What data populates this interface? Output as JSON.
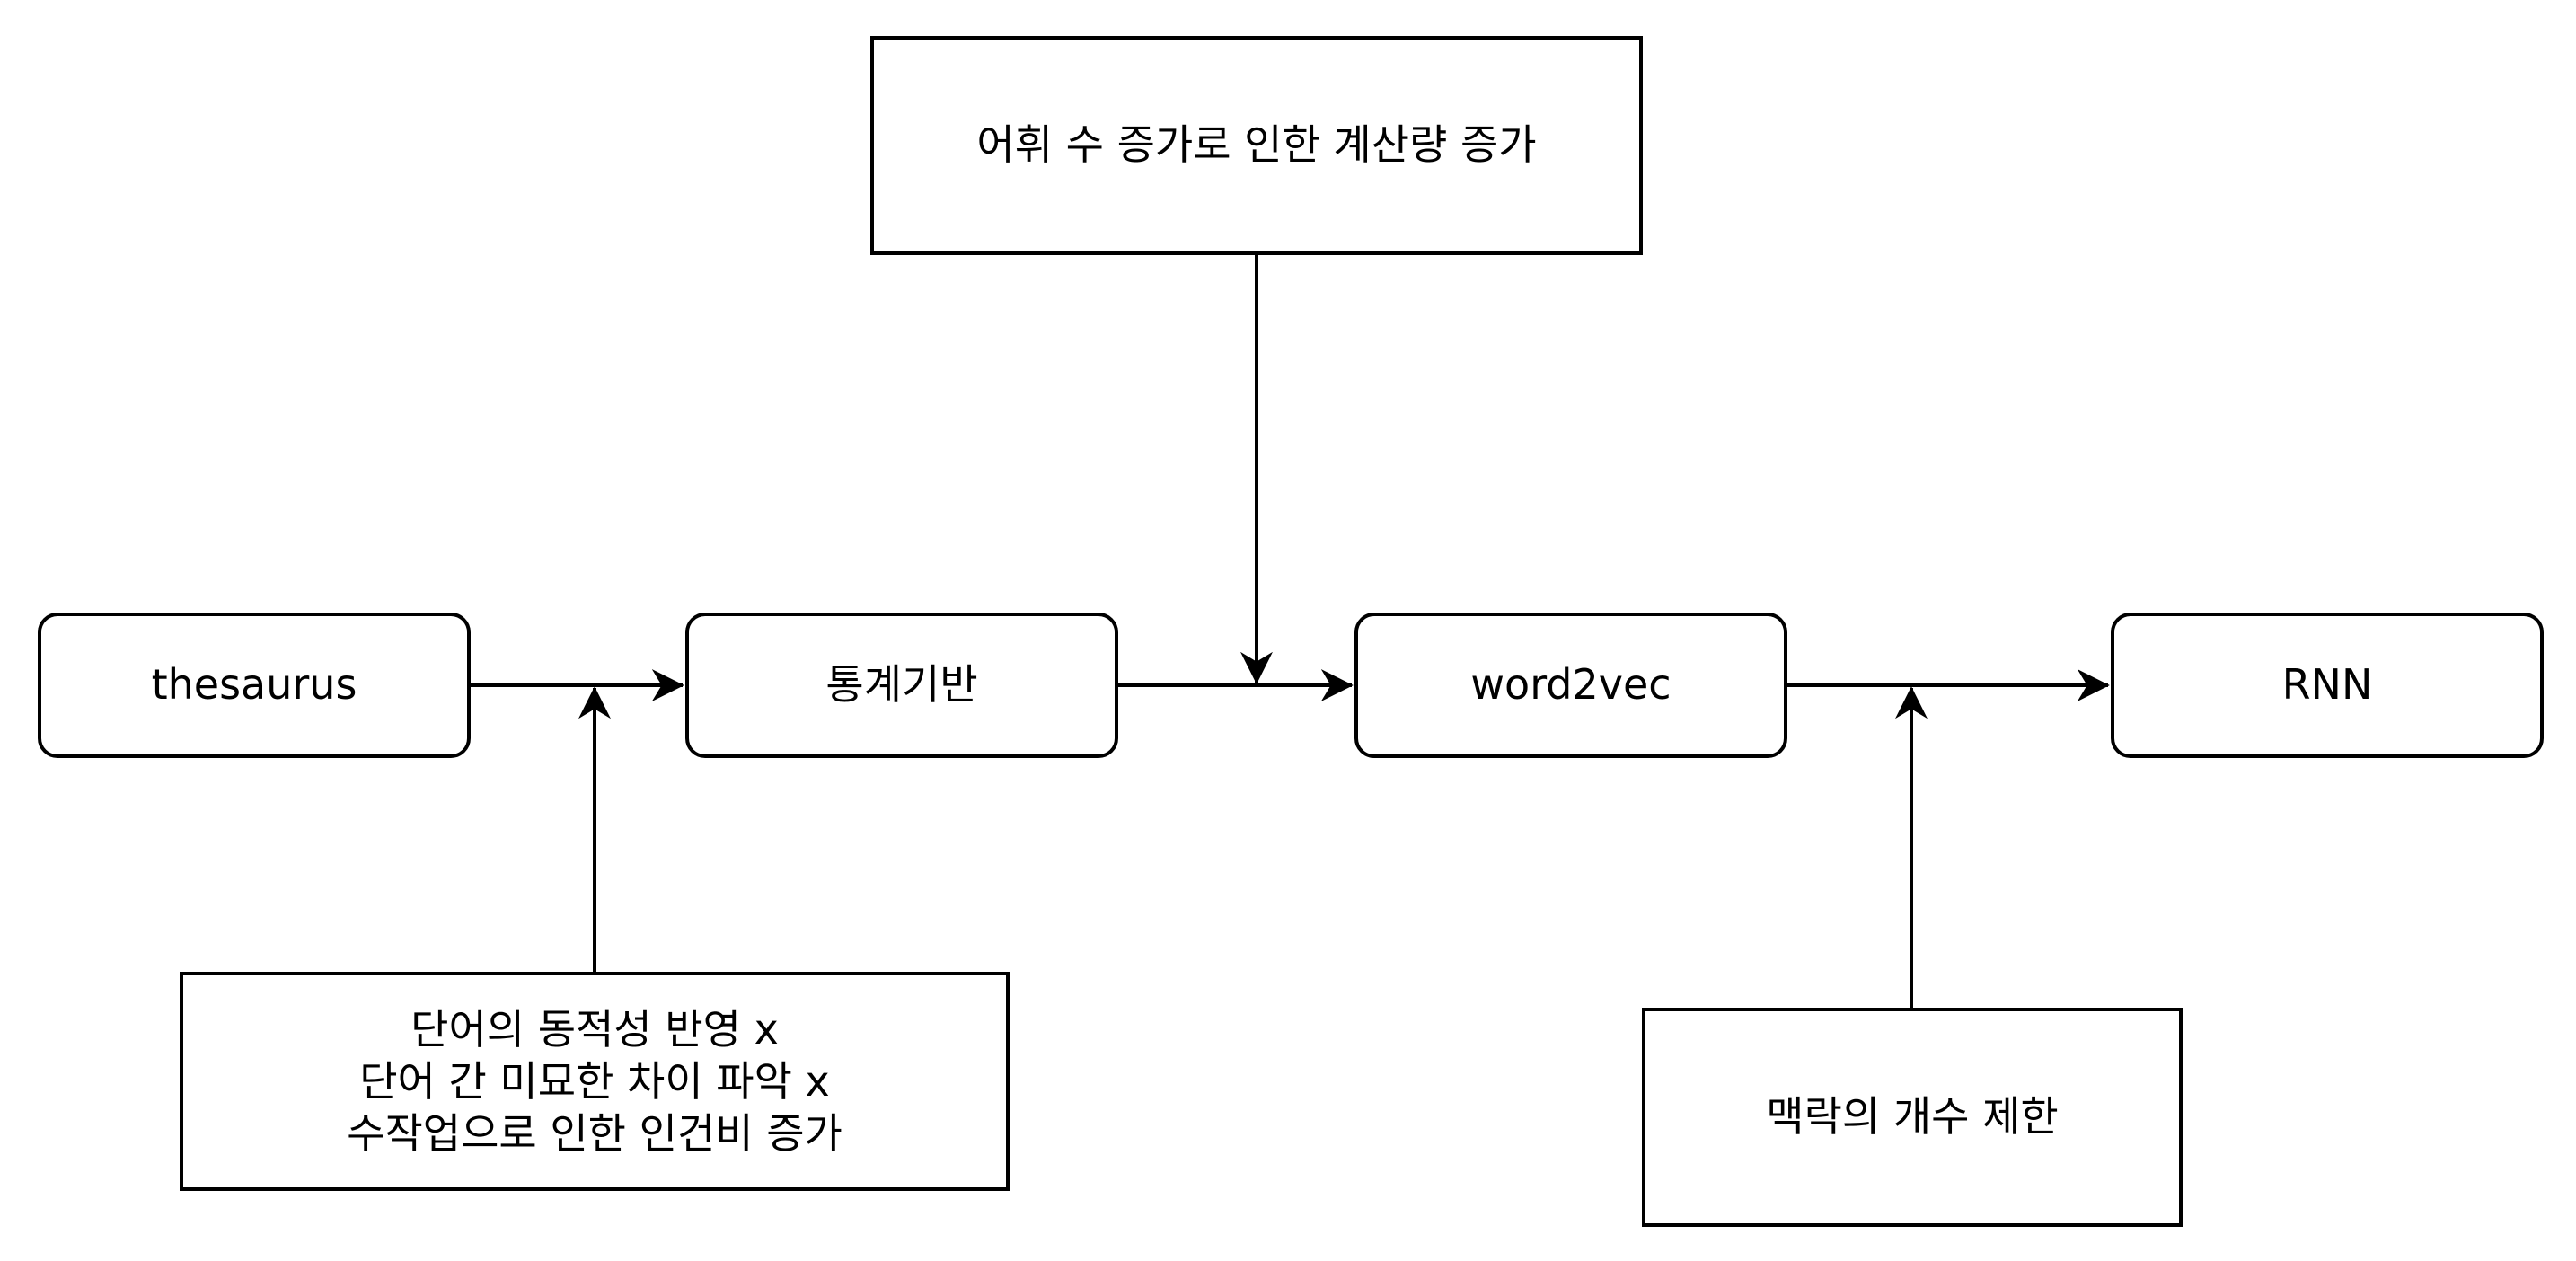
{
  "nodes": {
    "thesaurus": "thesaurus",
    "statistics": "통계기반",
    "word2vec": "word2vec",
    "rnn": "RNN"
  },
  "notes": {
    "top": "어휘 수 증가로 인한 계산량 증가",
    "bottom_left": [
      "단어의 동적성 반영 x",
      "단어 간 미묘한 차이 파악 x",
      "수작업으로 인한 인건비 증가"
    ],
    "bottom_right": "맥락의 개수 제한"
  },
  "colors": {
    "stroke": "#000000",
    "fill": "#ffffff"
  }
}
